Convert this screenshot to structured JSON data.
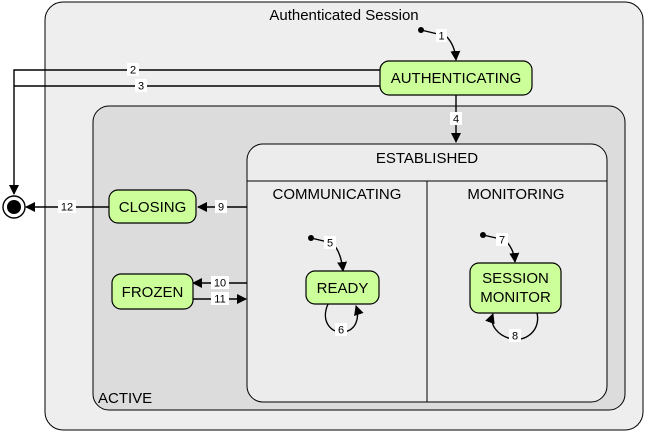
{
  "colors": {
    "outer_fill": "#eeeeee",
    "active_fill": "#dcdcdc",
    "established_fill": "#ececec",
    "state_fill": "#ccff99",
    "line": "#000000"
  },
  "regions": {
    "session_title": "Authenticated Session",
    "active_title": "ACTIVE",
    "established_title": "ESTABLISHED",
    "communicating_title": "COMMUNICATING",
    "monitoring_title": "MONITORING"
  },
  "states": {
    "authenticating": "AUTHENTICATING",
    "closing": "CLOSING",
    "frozen": "FROZEN",
    "ready": "READY",
    "session_monitor_line1": "SESSION",
    "session_monitor_line2": "MONITOR"
  },
  "transitions": [
    "1",
    "2",
    "3",
    "4",
    "5",
    "6",
    "7",
    "8",
    "9",
    "10",
    "11",
    "12"
  ]
}
